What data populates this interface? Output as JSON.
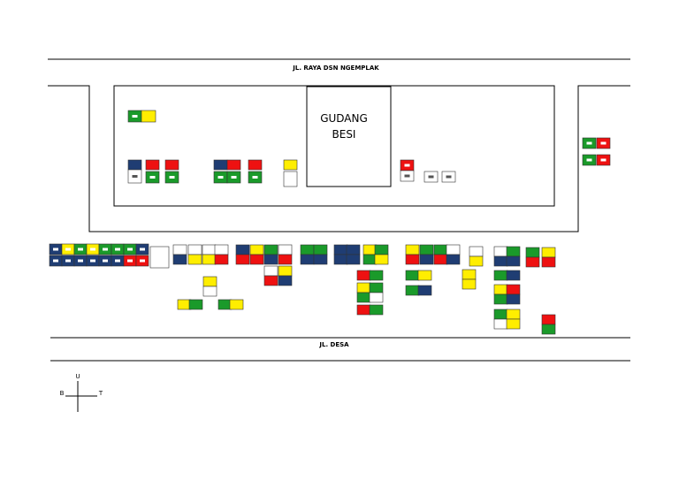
{
  "roads": {
    "north_label": "JL. RAYA DSN NGEMPLAK",
    "south_label": "JL. DESA"
  },
  "building": {
    "label_line1": "GUDANG",
    "label_line2": "BESI"
  },
  "compass": {
    "north": "U",
    "west": "B",
    "east": "T"
  },
  "colors": {
    "red": "#ee1111",
    "yellow": "#ffee00",
    "green": "#1a9a2a",
    "navy": "#1f3d73",
    "white": "#ffffff"
  }
}
